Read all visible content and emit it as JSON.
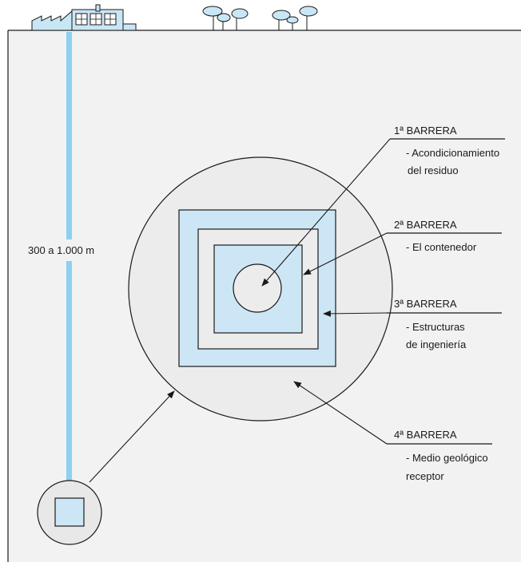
{
  "colors": {
    "background": "#f2f2f2",
    "barrier_fill": "#cde6f5",
    "shaft": "#8ed0ef",
    "outline": "#1a1a1a",
    "surface_building": "#c9e6f5"
  },
  "icons": {
    "factory": "factory-icon",
    "trees": "tree-icon"
  },
  "depth_label": "300 a 1.000 m",
  "barriers": [
    {
      "title": "1ª BARRERA",
      "lines": [
        "- Acondicionamiento",
        "del residuo"
      ]
    },
    {
      "title": "2ª BARRERA",
      "lines": [
        "- El contenedor"
      ]
    },
    {
      "title": "3ª BARRERA",
      "lines": [
        "- Estructuras",
        "de ingeniería"
      ]
    },
    {
      "title": "4ª BARRERA",
      "lines": [
        "- Medio geológico",
        "receptor"
      ]
    }
  ]
}
